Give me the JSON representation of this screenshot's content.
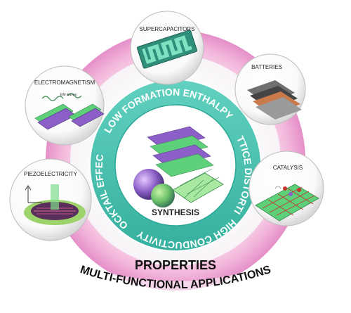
{
  "center": {
    "label": "SYNTHESIS",
    "properties_ring": [
      "LOW FORMATION ENTHALPY",
      "LATTICE DISTORTION",
      "HIGH CONDUCTIVITY",
      "COCKTAIL EFFECT"
    ]
  },
  "properties_label": "PROPERTIES",
  "applications_label": "MULTI-FUNCTIONAL APPLICATIONS",
  "applications": [
    {
      "label": "SUPERCAPACITORS",
      "icon": "interdigitated-electrode-icon"
    },
    {
      "label": "BATTERIES",
      "icon": "layered-electrode-icon"
    },
    {
      "label": "CATALYSIS",
      "icon": "catalyst-lattice-icon"
    },
    {
      "label": "PIEZOELECTRICITY",
      "icon": "piezo-disc-icon"
    },
    {
      "label": "ELECTROMAGNETISM",
      "icon": "em-wave-absorption-icon"
    }
  ],
  "em_inset_text": "EM waves",
  "colors": {
    "outer_ring": "#f2b9dc",
    "outer_ring_dark": "#d97bbf",
    "teal_ring": "#4fc6b4",
    "teal_dark": "#2aa896",
    "sheet_green": "#5fd07a",
    "sheet_purple": "#8b5fc7",
    "battery_copper": "#c97a4a"
  }
}
